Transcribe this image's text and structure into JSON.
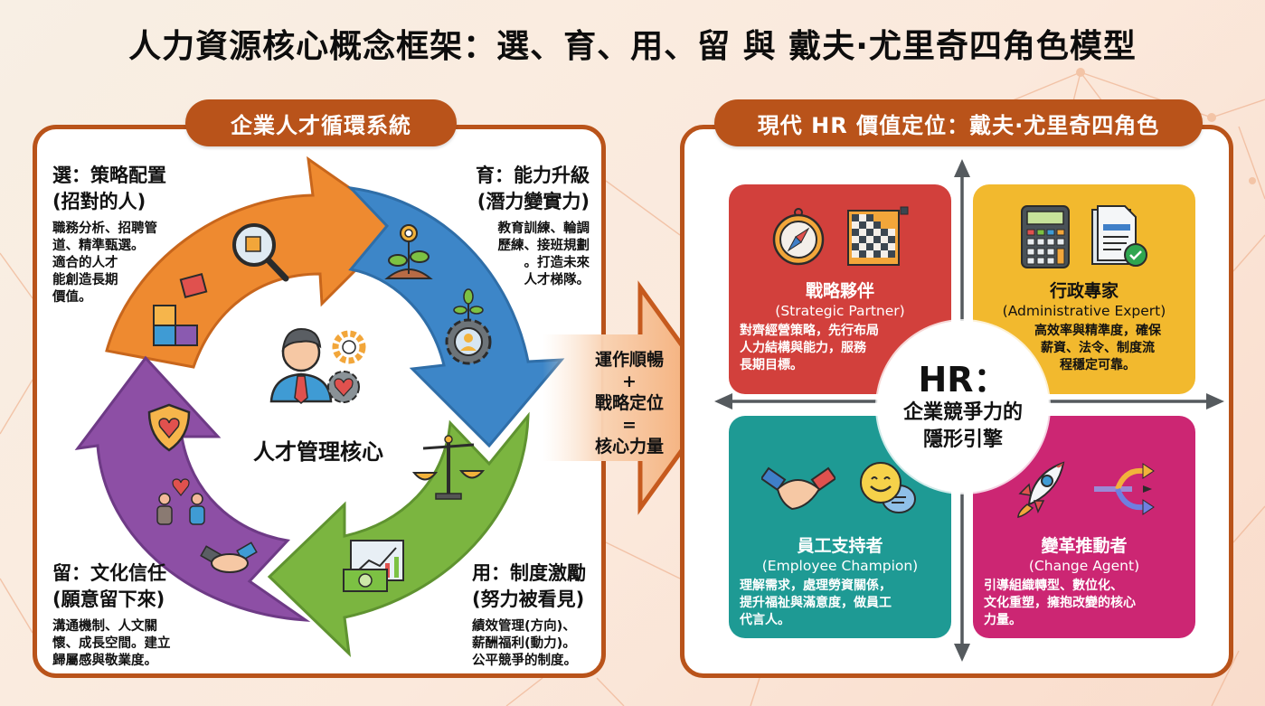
{
  "title": "人力資源核心概念框架：選、育、用、留 與 戴夫·尤里奇四角色模型",
  "colors": {
    "frame": "#b9531a",
    "select": "#ee8a30",
    "develop": "#3d86c8",
    "use": "#7bb540",
    "retain": "#8d4fa5",
    "strategic_partner": "#d2403c",
    "administrative_expert": "#f2b92e",
    "employee_champion": "#1e9a94",
    "change_agent": "#cc2673"
  },
  "left_panel": {
    "tab_label": "企業人才循環系統",
    "core": {
      "label": "人才管理核心",
      "icon": "person-with-gears-icon"
    },
    "stages": {
      "select": {
        "title_line1": "選：策略配置",
        "title_line2": "(招對的人)",
        "desc": [
          "職務分析、招聘管",
          "道、精準甄選。",
          "適合的人才",
          "能創造長期",
          "價值。"
        ],
        "icons": [
          "magnifier-puzzle-icon",
          "puzzle-pieces-icon"
        ]
      },
      "develop": {
        "title_line1": "育：能力升級",
        "title_line2": "(潛力變實力)",
        "desc": [
          "教育訓練、輪調",
          "歷練、接班規劃",
          "。打造未來",
          "人才梯隊。"
        ],
        "icons": [
          "sprout-gear-icon",
          "gear-person-sprout-icon"
        ]
      },
      "use": {
        "title_line1": "用：制度激勵",
        "title_line2": "(努力被看見)",
        "desc": [
          "績效管理(方向)、",
          "薪酬福利(動力)。",
          "公平競爭的制度。"
        ],
        "icons": [
          "balance-scale-icon",
          "money-chart-icon"
        ]
      },
      "retain": {
        "title_line1": "留：文化信任",
        "title_line2": "(願意留下來)",
        "desc": [
          "溝通機制、人文關",
          "懷、成長空間。建立",
          "歸屬感與敬業度。"
        ],
        "icons": [
          "shield-heart-icon",
          "people-heart-icon",
          "handshake-icon"
        ]
      }
    }
  },
  "middle_arrow": {
    "line1": "運作順暢",
    "plus": "+",
    "line2": "戰略定位",
    "equals": "=",
    "line3": "核心力量"
  },
  "right_panel": {
    "tab_label": "現代 HR 價值定位：戴夫·尤里奇四角色",
    "hub": {
      "title": "HR：",
      "sub_line1": "企業競爭力的",
      "sub_line2": "隱形引擎"
    },
    "roles": {
      "strategic_partner": {
        "title": "戰略夥伴",
        "en": "(Strategic Partner)",
        "desc": [
          "對齊經營策略，先行布局",
          "人力結構與能力，服務",
          "長期目標。"
        ],
        "icons": [
          "compass-icon",
          "chessboard-icon"
        ]
      },
      "administrative_expert": {
        "title": "行政專家",
        "en": "(Administrative Expert)",
        "desc": [
          "高效率與精準度，確保",
          "薪資、法令、制度流",
          "程穩定可靠。"
        ],
        "icons": [
          "calculator-icon",
          "document-check-icon"
        ]
      },
      "employee_champion": {
        "title": "員工支持者",
        "en": "(Employee Champion)",
        "desc": [
          "理解需求，處理勞資關係，",
          "提升福祉與滿意度，做員工",
          "代言人。"
        ],
        "icons": [
          "handshake-icon",
          "smiley-chat-icon"
        ]
      },
      "change_agent": {
        "title": "變革推動者",
        "en": "(Change Agent)",
        "desc": [
          "引導組織轉型、數位化、",
          "文化重塑，擁抱改變的核心",
          "力量。"
        ],
        "icons": [
          "rocket-icon",
          "branching-arrows-icon"
        ]
      }
    }
  }
}
